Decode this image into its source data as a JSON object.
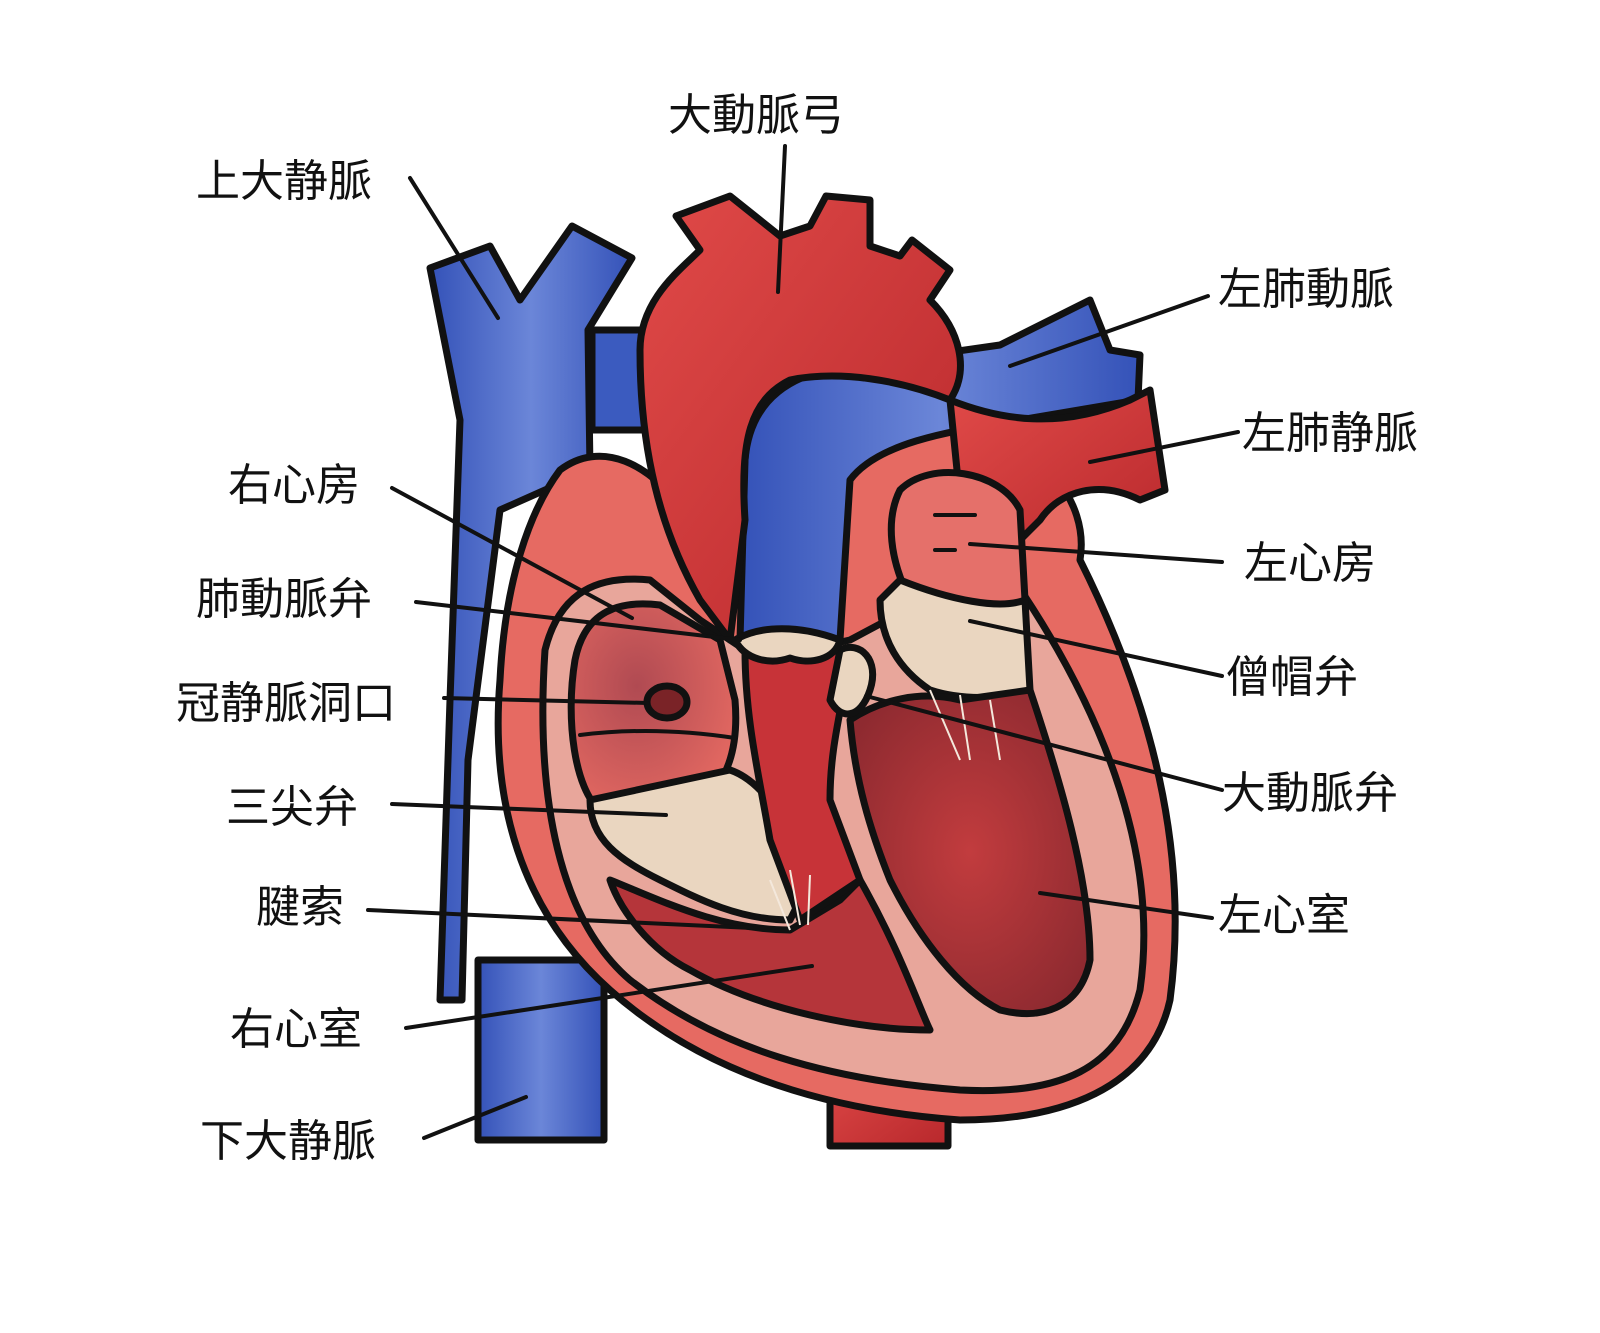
{
  "diagram": {
    "labels": {
      "aortic_arch": "大動脈弓",
      "superior_vena_cava": "上大静脈",
      "left_pulmonary_artery": "左肺動脈",
      "left_pulmonary_vein": "左肺静脈",
      "right_atrium": "右心房",
      "pulmonary_valve": "肺動脈弁",
      "coronary_sinus_ostium": "冠静脈洞口",
      "tricuspid_valve": "三尖弁",
      "chordae_tendineae": "腱索",
      "right_ventricle": "右心室",
      "inferior_vena_cava": "下大静脈",
      "left_atrium": "左心房",
      "mitral_valve": "僧帽弁",
      "aortic_valve": "大動脈弁",
      "left_ventricle": "左心室"
    },
    "colors": {
      "artery_red": "#d43a3c",
      "artery_dark": "#b5282d",
      "vein_blue": "#3b5bbf",
      "vein_light": "#6b86d8",
      "muscle_pink": "#e8a69b",
      "chamber_dark": "#a8353a",
      "atrium_salmon": "#e66a62",
      "valve_cream": "#ead6c0",
      "outline": "#111111"
    }
  }
}
